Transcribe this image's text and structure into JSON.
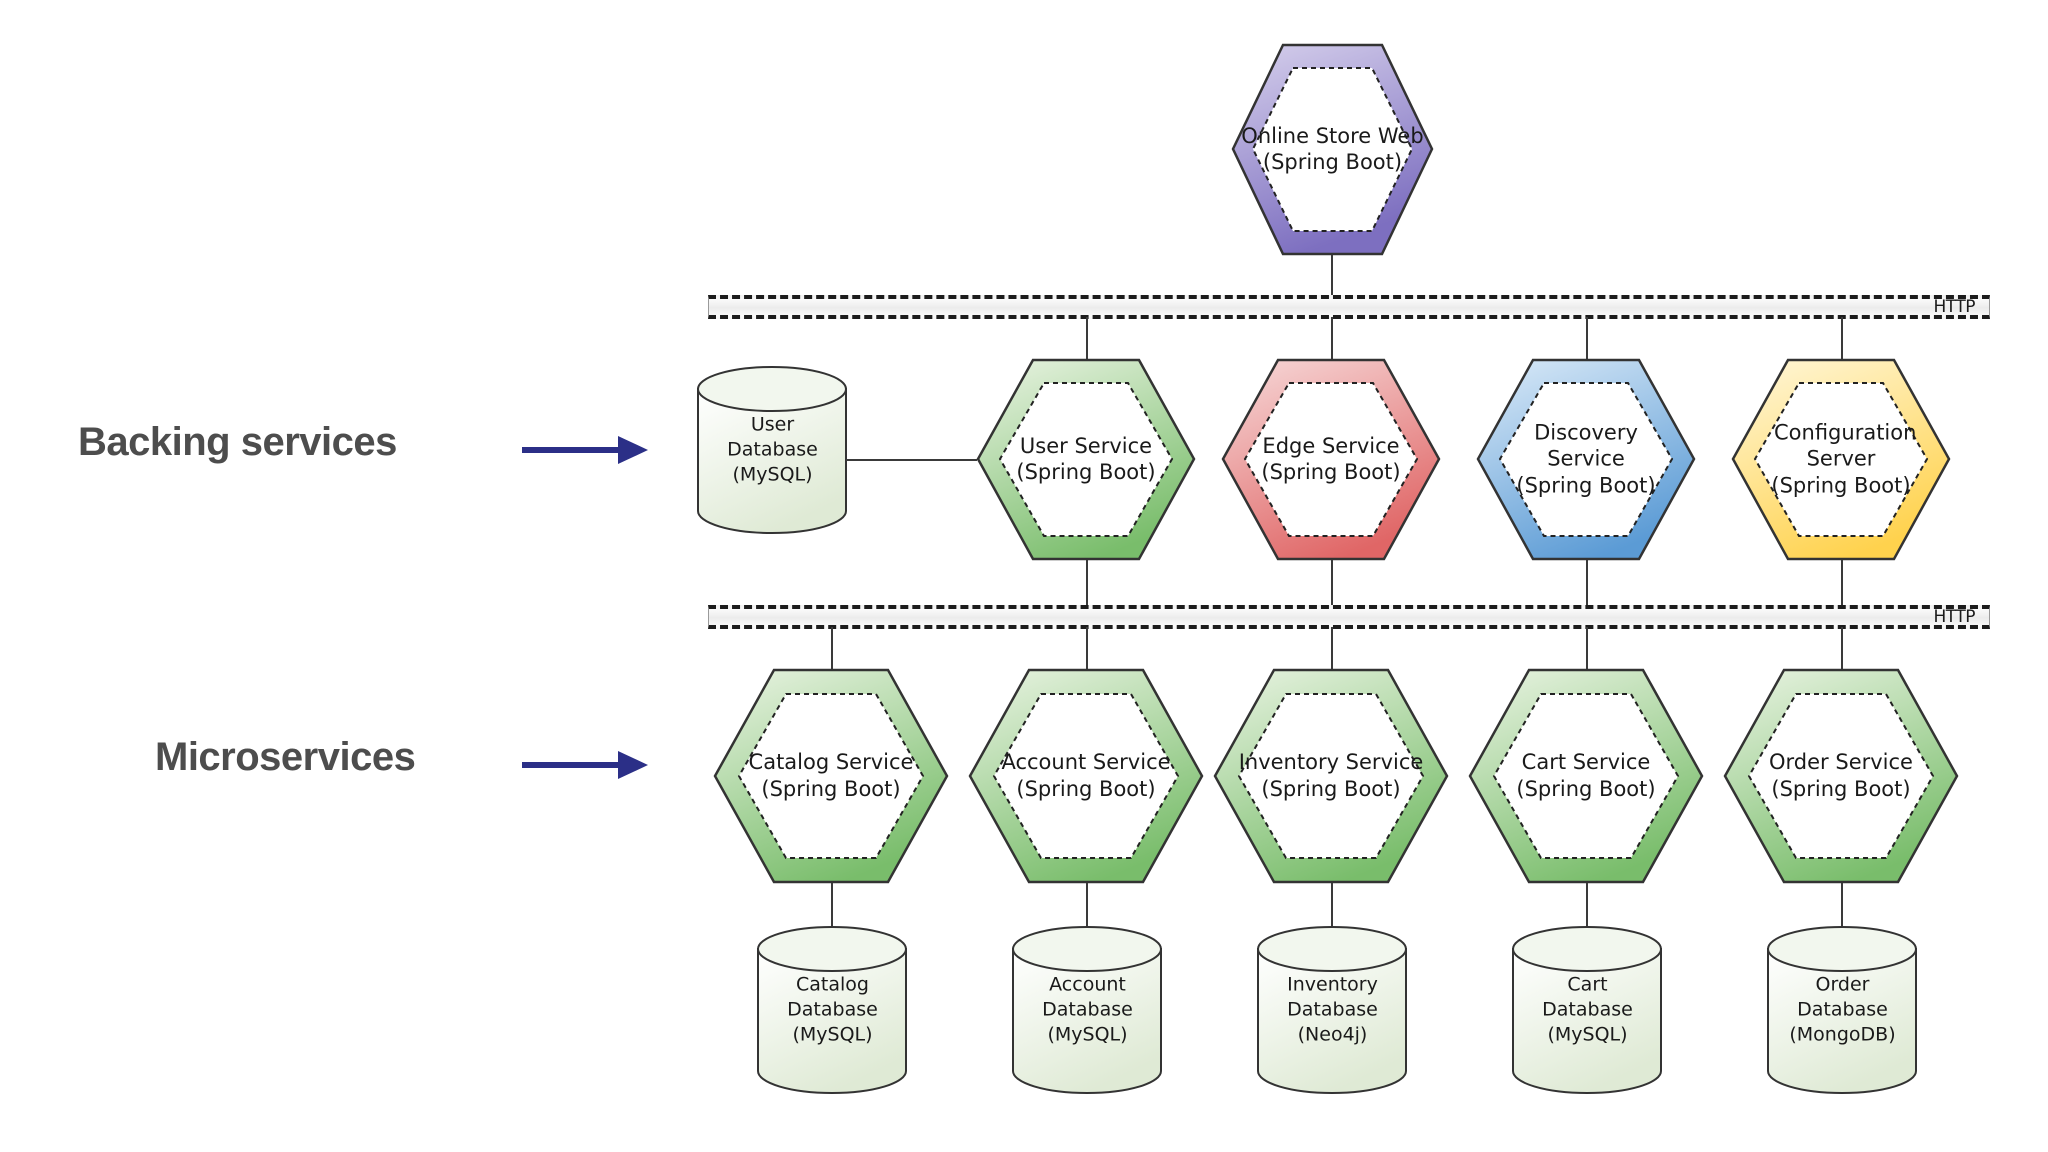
{
  "lanes": [
    {
      "label": "Backing services",
      "arrow_color": "#2b2f87"
    },
    {
      "label": "Microservices",
      "arrow_color": "#2b2f87"
    }
  ],
  "buses": [
    {
      "protocol": "HTTP"
    },
    {
      "protocol": "HTTP"
    }
  ],
  "client": {
    "name": "Online Store Web",
    "framework": "(Spring Boot)",
    "color": "#7d6fc0"
  },
  "backing_services": [
    {
      "name": "User Service",
      "framework": "(Spring Boot)",
      "color": "#79bd6b"
    },
    {
      "name": "Edge Service",
      "framework": "(Spring Boot)",
      "color": "#e06666"
    },
    {
      "name": "Discovery Service",
      "framework": "(Spring Boot)",
      "color": "#5b9bd5"
    },
    {
      "name": "Configuration Server",
      "framework": "(Spring Boot)",
      "color": "#ffd24d"
    }
  ],
  "microservices": [
    {
      "name": "Catalog Service",
      "framework": "(Spring Boot)",
      "color": "#79bd6b"
    },
    {
      "name": "Account Service",
      "framework": "(Spring Boot)",
      "color": "#79bd6b"
    },
    {
      "name": "Inventory Service",
      "framework": "(Spring Boot)",
      "color": "#79bd6b"
    },
    {
      "name": "Cart Service",
      "framework": "(Spring Boot)",
      "color": "#79bd6b"
    },
    {
      "name": "Order Service",
      "framework": "(Spring Boot)",
      "color": "#79bd6b"
    }
  ],
  "user_database": {
    "name": "User",
    "kind": "Database",
    "engine": "(MySQL)"
  },
  "databases": [
    {
      "name": "Catalog",
      "kind": "Database",
      "engine": "(MySQL)"
    },
    {
      "name": "Account",
      "kind": "Database",
      "engine": "(MySQL)"
    },
    {
      "name": "Inventory",
      "kind": "Database",
      "engine": "(Neo4j)"
    },
    {
      "name": "Cart",
      "kind": "Database",
      "engine": "(MySQL)"
    },
    {
      "name": "Order",
      "kind": "Database",
      "engine": "(MongoDB)"
    }
  ]
}
